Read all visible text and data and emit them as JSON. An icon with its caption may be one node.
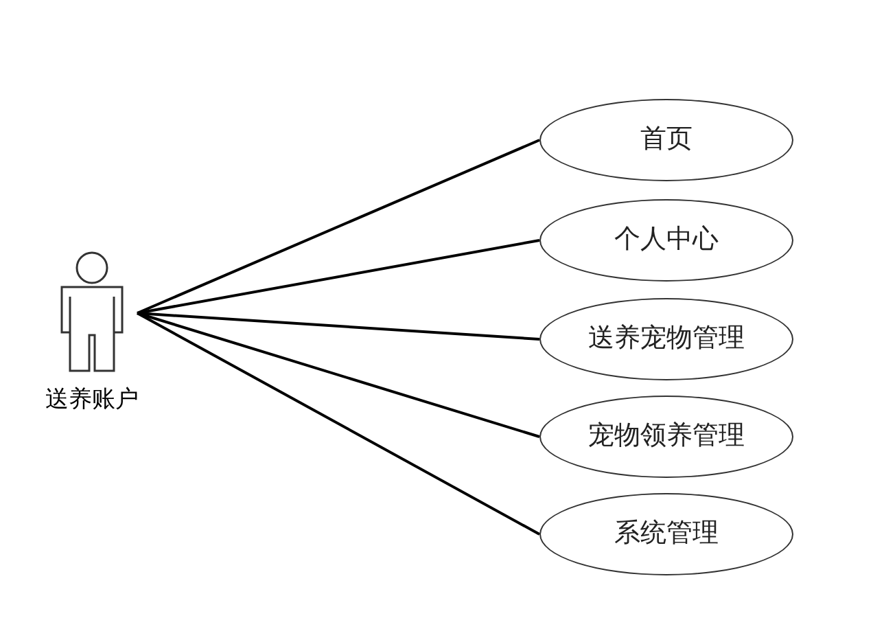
{
  "diagram": {
    "nodes": [
      {
        "text": [
          "送养账户"
        ]
      },
      {
        "text": [
          "首页"
        ]
      },
      {
        "text": [
          "个人中心"
        ]
      },
      {
        "text": [
          "送养宠物管理"
        ]
      },
      {
        "text": [
          "宠物领养管理"
        ]
      },
      {
        "text": [
          "系统管理"
        ]
      }
    ],
    "edges": [
      {
        "from": 0,
        "to": 1,
        "arrow": "none"
      },
      {
        "from": 0,
        "to": 2,
        "arrow": "none"
      },
      {
        "from": 0,
        "to": 3,
        "arrow": "none"
      },
      {
        "from": 0,
        "to": 4,
        "arrow": "none"
      },
      {
        "from": 0,
        "to": 5,
        "arrow": "none"
      }
    ]
  }
}
